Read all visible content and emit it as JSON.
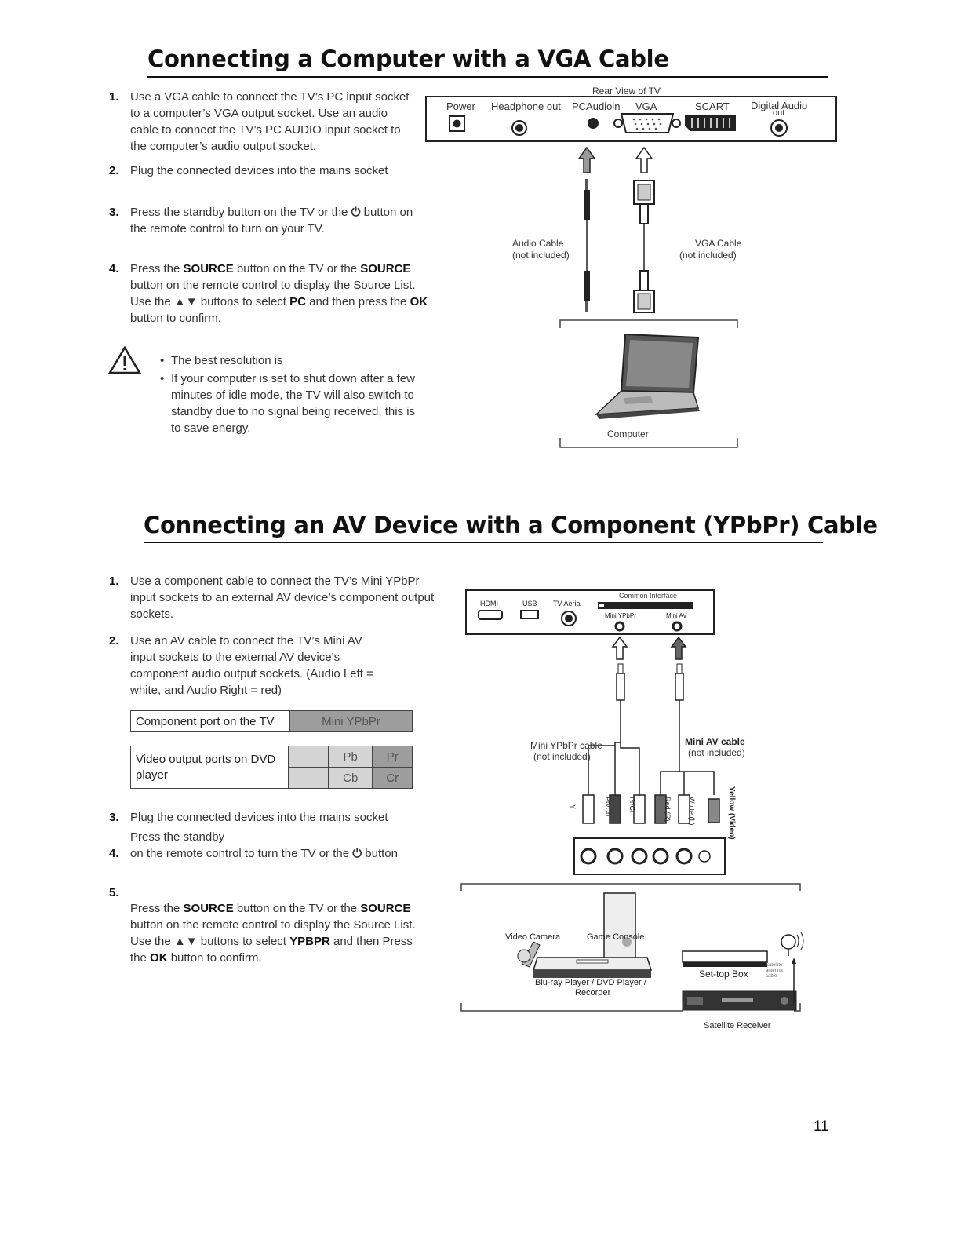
{
  "section1": {
    "title": "Connecting a Computer with a VGA Cable",
    "steps": [
      {
        "n": "1.",
        "text": "Use a VGA cable to connect the TV’s PC input socket to a computer’s VGA output socket. Use an audio cable to connect the TV’s PC AUDIO input socket to the computer’s audio output socket."
      },
      {
        "n": "2.",
        "text": "Plug the connected devices into the mains socket"
      },
      {
        "n": "3.",
        "a": "Press the standby  button on the TV or the ",
        "b": " button on the remote control to turn on your TV."
      },
      {
        "n": "4.",
        "a": "Press the ",
        "source": "SOURCE",
        "b": " button on  the  TV or the ",
        "c": " button on  the remote control to display the Source List. Use the ▲▼ buttons to select ",
        "pc": "PC",
        "d": " and then press the ",
        "ok": "OK",
        "e": " button to confirm."
      }
    ],
    "notes": [
      "The best resolution is",
      "If your computer is set to shut down after a few minutes of idle mode, the TV will also switch to standby due to no signal being received, this is to save energy."
    ],
    "diagram": {
      "rear_view_label": "Rear View of TV",
      "ports": [
        "Power",
        "Headphone out",
        "PCAudioin",
        "VGA",
        "SCART",
        "Digital  Audio",
        "out"
      ],
      "audio_cable": "Audio Cable",
      "audio_cable_note": "(not included)",
      "vga_cable": "VGA Cable",
      "vga_cable_note": "(not included)",
      "computer_label": "Computer"
    }
  },
  "section2": {
    "title": "Connecting an AV Device with a Component (YPbPr) Cable",
    "step1": {
      "n": "1.",
      "text": "Use a component cable to connect the TV’s Mini YPbPr input sockets to an external AV device’s component output sockets."
    },
    "step2": {
      "n": "2.",
      "text": "Use an AV cable to connect the TV’s Mini AV input sockets to the external AV device’s component audio output sockets. (Audio Left = white, and Audio Right = red)"
    },
    "table1": {
      "label": "Component port on the TV",
      "value": "Mini YPbPr"
    },
    "table2": {
      "label": "Video output ports on DVD player",
      "row1": [
        "",
        "Pb",
        "Pr"
      ],
      "row2": [
        "",
        "Cb",
        "Cr"
      ]
    },
    "step3": {
      "n": "3.",
      "text": "Plug the connected devices into the mains socket"
    },
    "step4": {
      "n": "4.",
      "line1": "Press the standby",
      "line2": "on the remote control to turn the TV or the",
      "line2b": " button"
    },
    "step5": {
      "n": "5.",
      "a": "Press the ",
      "source": "SOURCE",
      "b": " button on  the TV or the ",
      "c": " button on the remote control to display the Source List. Use the ▲▼ buttons to select ",
      "ypbpr": "YPBPR",
      "d": " and then Press the ",
      "ok": "OK",
      "e": " button to confirm."
    },
    "diagram": {
      "ports": [
        "HDMI",
        "USB",
        "TV Aerial"
      ],
      "common_interface": "Common Interface",
      "mini_ypbpr": "Mini YPbPr",
      "mini_av": "Mini AV",
      "ypbpr_cable": "Mini YPbPr cable",
      "ypbpr_cable_note": "(not included)",
      "av_cable": "Mini AV cable",
      "av_cable_note": "(not included)",
      "plug_labels": [
        "Y",
        "Pb/Cb",
        "Pr/Cr",
        "Red (R)",
        "White (L)",
        "Yellow (Video)"
      ],
      "devices": [
        "Video Camera",
        "Game Console",
        "Blu-ray Player / DVD Player /",
        "Recorder",
        "Set-top Box",
        "Satellite Receiver",
        "Satellite antenna cable"
      ]
    }
  },
  "page_number": "11"
}
